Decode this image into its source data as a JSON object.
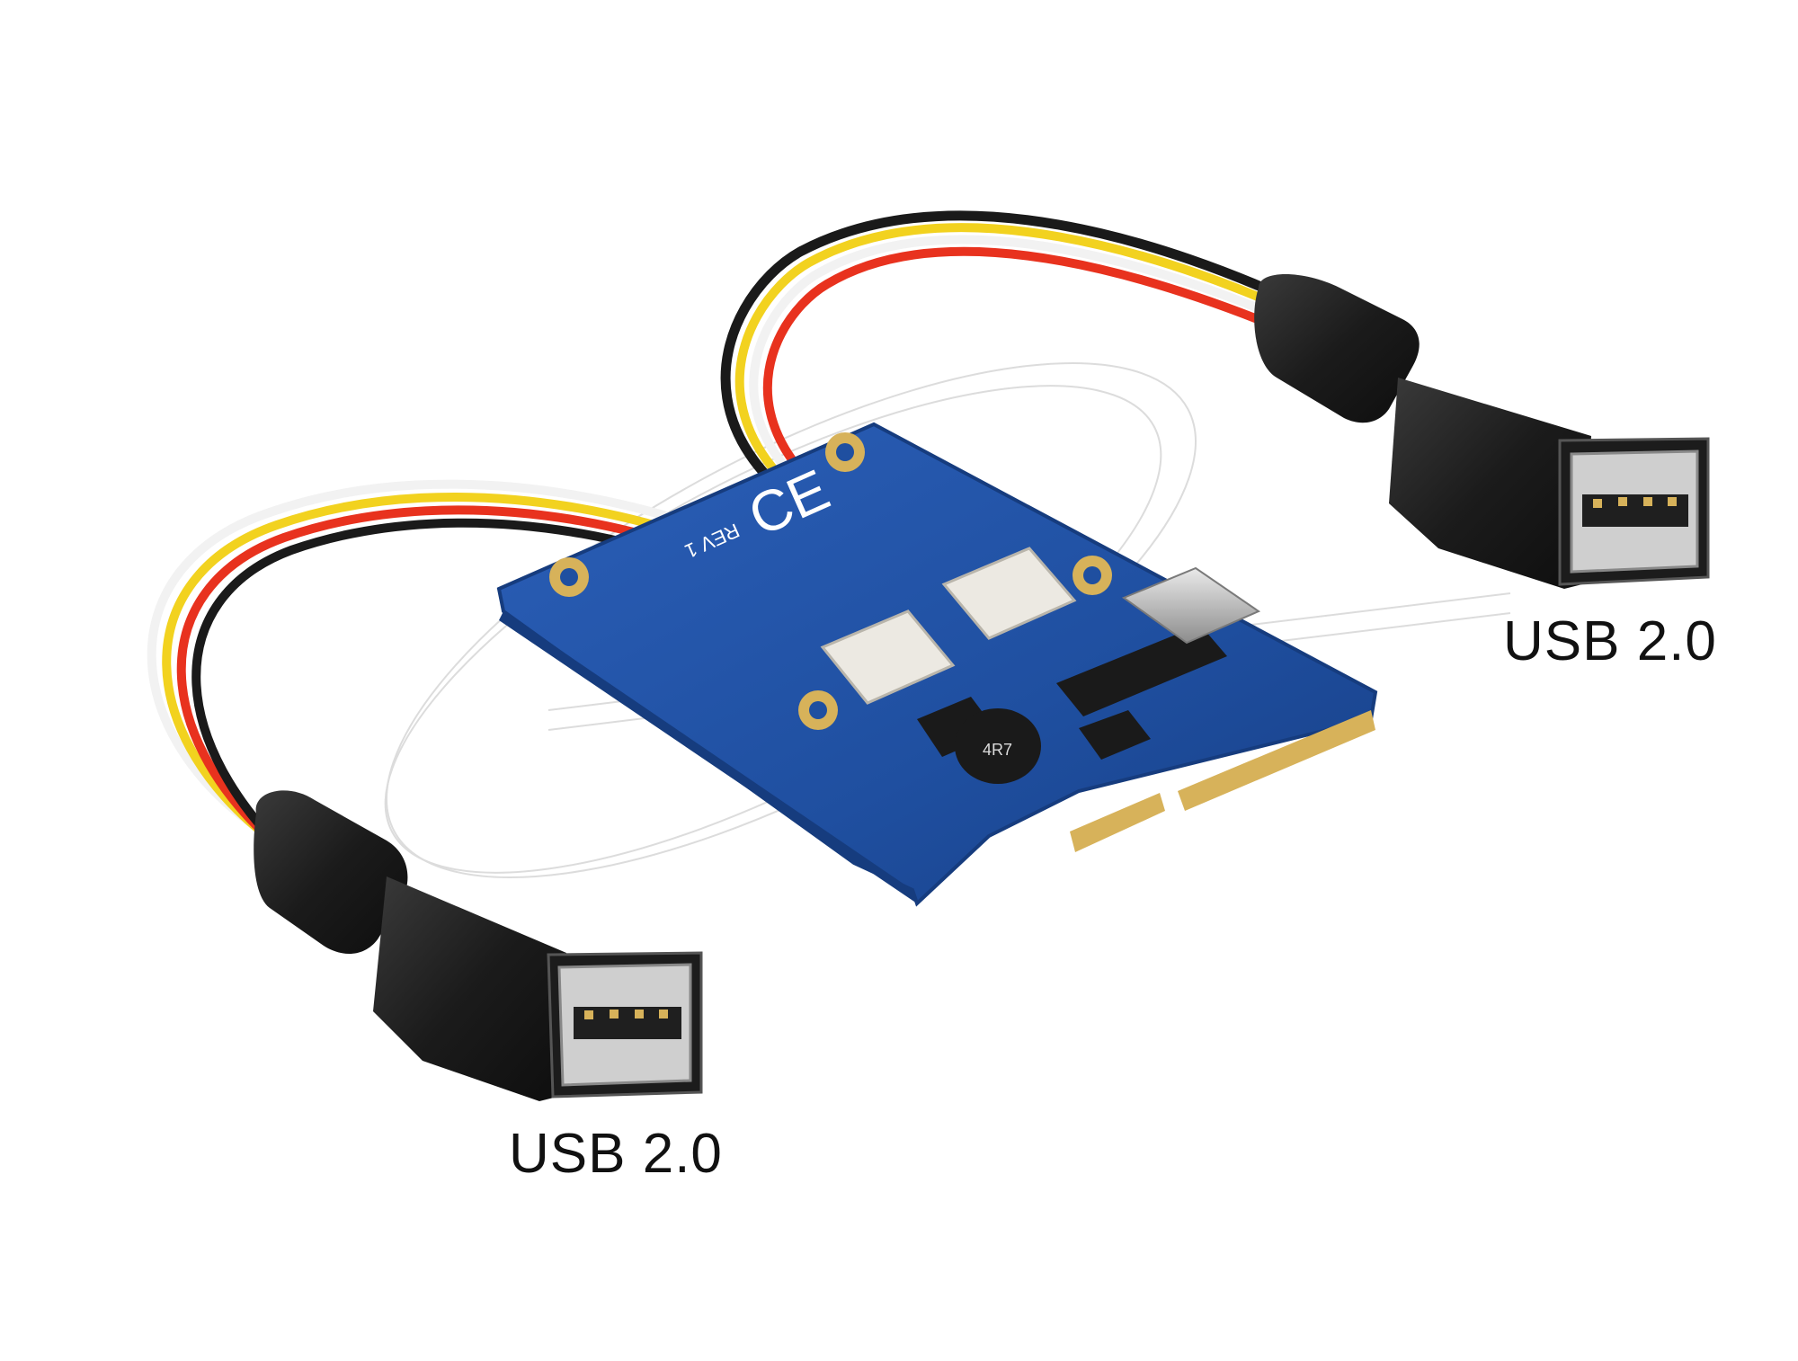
{
  "labels": {
    "right": "USB 2.0",
    "left": "USB 2.0"
  },
  "board_markings": {
    "ce": "CE",
    "rev": "REV 1",
    "inductor": "4R7"
  },
  "colors": {
    "background": "#ffffff",
    "pcb": "#1f4fa0",
    "pcb_edge": "#163c7e",
    "gold": "#d7b25a",
    "wire_red": "#e8321e",
    "wire_white": "#f2f2f2",
    "wire_yellow": "#f2d21f",
    "wire_black": "#1a1a1a",
    "connector_body": "#1c1c1c",
    "header": "#ece9e2"
  }
}
